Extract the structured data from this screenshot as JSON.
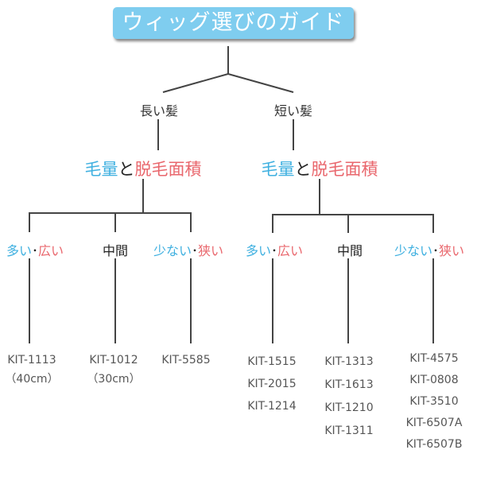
{
  "title": "ウィッグ選びのガイド",
  "branches": [
    {
      "hair": "長い髪",
      "criteria": {
        "a": "毛量",
        "b": "と",
        "c": "脱毛面積"
      },
      "categories": [
        {
          "a": "多い",
          "sep": "･",
          "b": "広い",
          "products": [
            "KIT-1113",
            "（40cm）"
          ]
        },
        {
          "label": "中間",
          "products": [
            "KIT-1012",
            "（30cm）"
          ]
        },
        {
          "a": "少ない",
          "sep": "･",
          "b": "狭い",
          "products": [
            "KIT-5585"
          ]
        }
      ]
    },
    {
      "hair": "短い髪",
      "criteria": {
        "a": "毛量",
        "b": "と",
        "c": "脱毛面積"
      },
      "categories": [
        {
          "a": "多い",
          "sep": "･",
          "b": "広い",
          "products": [
            "KIT-1515",
            "KIT-2015",
            "KIT-1214"
          ]
        },
        {
          "label": "中間",
          "products": [
            "KIT-1313",
            "KIT-1613",
            "KIT-1210",
            "KIT-1311"
          ]
        },
        {
          "a": "少ない",
          "sep": "･",
          "b": "狭い",
          "products": [
            "KIT-4575",
            "KIT-0808",
            "KIT-3510",
            "KIT-6507A",
            "KIT-6507B"
          ]
        }
      ]
    }
  ],
  "colors": {
    "blue": "#3fb0e0",
    "red": "#e9676d",
    "title_bg": "#7fcdef",
    "line": "#444444"
  }
}
